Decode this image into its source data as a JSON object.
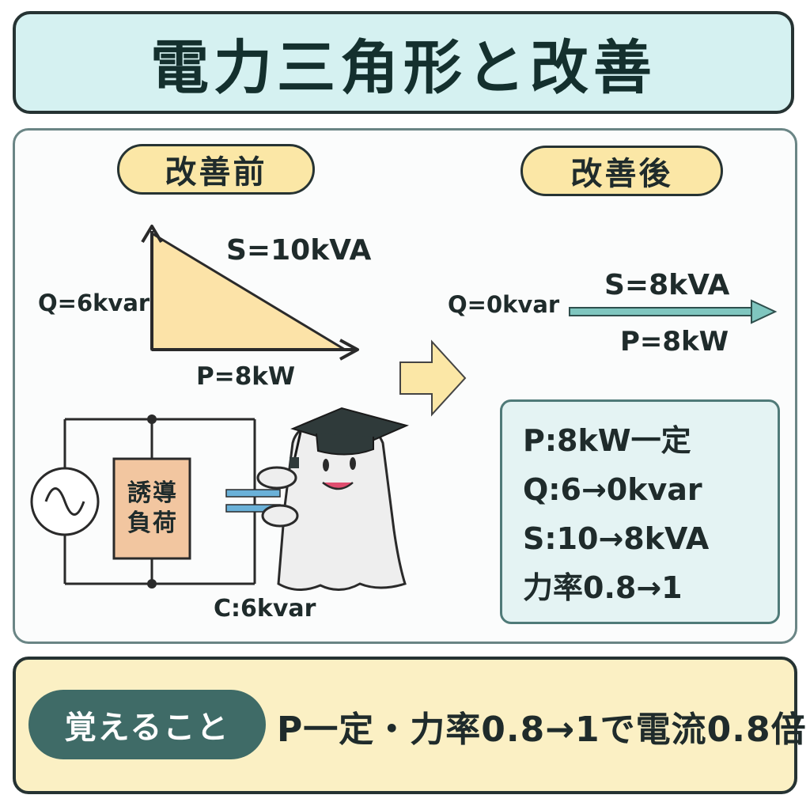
{
  "title": "電力三角形と改善",
  "before": {
    "label": "改善前",
    "s_label": "S=10kVA",
    "q_label": "Q=6kvar",
    "p_label": "P=8kW"
  },
  "after": {
    "label": "改善後",
    "s_label": "S=8kVA",
    "q_label": "Q=0kvar",
    "p_label": "P=8kW"
  },
  "circuit": {
    "load_label_line1": "誘導",
    "load_label_line2": "負荷",
    "capacitor_label": "C:6kvar"
  },
  "summary": {
    "lines": [
      "P:8kW一定",
      "Q:6→0kvar",
      "S:10→8kVA",
      "力率0.8→1"
    ]
  },
  "bottom": {
    "badge": "覚えること",
    "text": "P一定・力率0.8→1で電流0.8倍"
  },
  "colors": {
    "title_bg": "#d5f1f1",
    "pill_bg": "#fbe7a6",
    "triangle_fill": "#fce3a8",
    "arrow_after": "#7fc6bf",
    "summary_bg": "#e4f3f3",
    "bottom_bg": "#fbf0c4",
    "badge_bg": "#3f6b67",
    "load_fill": "#f2c6a0",
    "capacitor": "#6ab1d8"
  },
  "icons": [
    "ac-source-icon",
    "graduation-cap-icon",
    "ghost-mascot-icon",
    "right-arrow-icon"
  ]
}
